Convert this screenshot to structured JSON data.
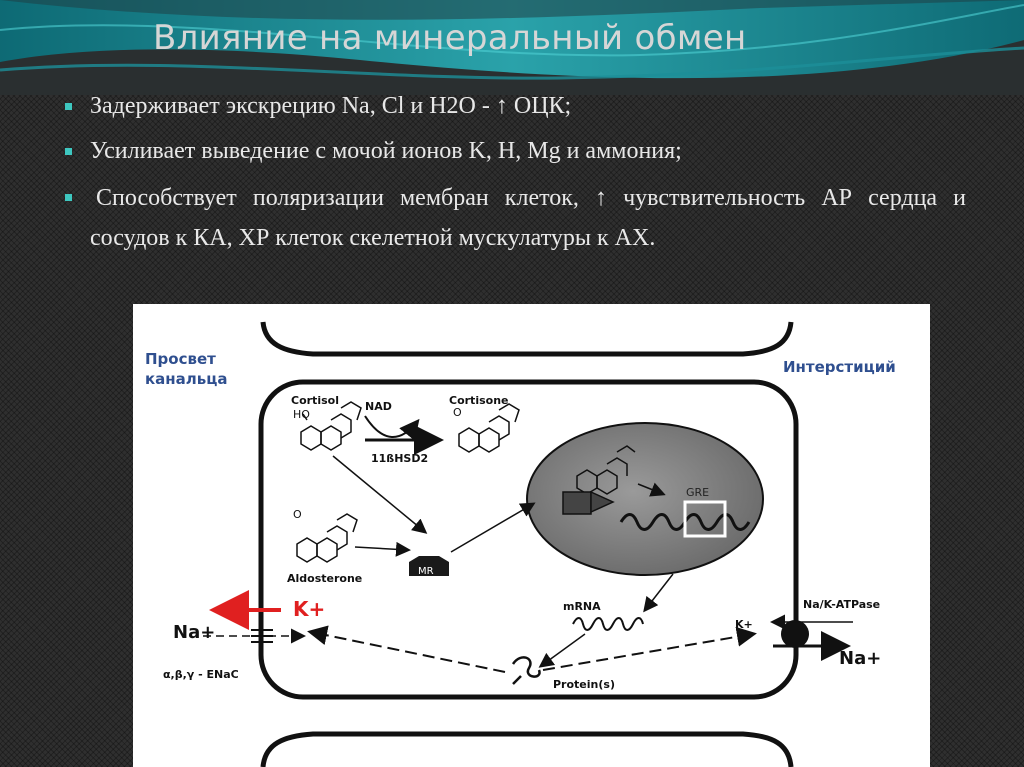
{
  "slide": {
    "title": "Влияние на минеральный обмен",
    "bullets": [
      "Задерживает экскрецию  Na, Cl и H2O - ↑ ОЦК;",
      " Усиливает выведение с мочой  ионов K, H, Mg и аммония;",
      "Способствует поляризации мембран клеток, ↑ чувствительность АР сердца и сосудов к КА, ХР клеток скелетной мускулатуры к АХ."
    ],
    "colors": {
      "accent": "#3ec7c0",
      "text": "#e8e8e8",
      "title": "#d6d6d6"
    }
  },
  "diagram": {
    "lumen_label_1": "Просвет",
    "lumen_label_2": "канальца",
    "interstitium_label": "Интерстиций",
    "cortisol": "Cortisol",
    "ho": "HO",
    "nad": "NAD",
    "cortisone": "Cortisone",
    "o1": "O",
    "enzyme": "11ßHSD2",
    "o2": "O",
    "aldosterone": "Aldosterone",
    "receptor": "MR",
    "gre": "GRE",
    "mrna": "mRNA",
    "pump": "Na/K-ATPase",
    "k_plus_small": "K+",
    "k_plus_big": "K+",
    "na_plus_left": "Na+",
    "na_plus_right": "Na+",
    "enac": "α,β,γ - ENaC",
    "protein": "Protein(s)",
    "colors": {
      "label_blue": "#2f4f8f",
      "k_red": "#e02020"
    }
  }
}
